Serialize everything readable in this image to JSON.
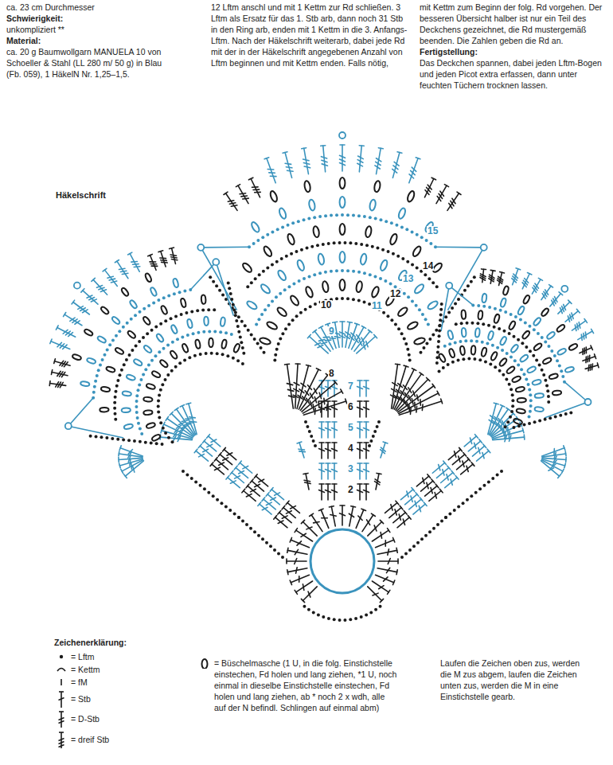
{
  "diagram": {
    "title": "Häkelschrift",
    "labels": [
      "ca. 23 cm Durchmesser",
      "Schwierigkeit:",
      "unkompliziert **",
      "Material:",
      "ca. 20 g Baumwollgarn MANUELA 10 von Schoeller & Stahl (LL 280 m/ 50 g) in Blau (Fb. 059), 1 HäkelN Nr. 1,25–1,5.",
      "12 Lftm anschl und mit 1 Kettm zur Rd schließen. 3 Lftm als Ersatz für das 1. Stb arb, dann noch 31 Stb in den Ring arb, enden mit 1 Kettm in die 3. Anfangs-Lftm. Nach der Häkelschrift weiterarb, dabei jede Rd mit der in der Häkelschrift angegebenen Anzahl von Lftm beginnen und mit Kettm enden. Falls nötig,",
      "mit Kettm zum Beginn der folg. Rd vorgehen. Der besseren Übersicht halber ist nur ein Teil des Deckchens gezeichnet, die Rd mustergemäß beenden. Die Zahlen geben die Rd an.",
      "Fertigstellung:",
      "Das Deckchen spannen, dabei jeden Lftm-Bogen und jeden Picot extra erfassen, dann unter feuchten Tüchern trocknen lassen.",
      "Zeichenerklärung:",
      "Laufen die Zeichen oben zus, werden die M zus abgem, laufen die Zeichen unten zus, werden die M in eine Einstichstelle gearb.",
      "2",
      "3",
      "4",
      "5",
      "6",
      "7",
      "8",
      "9",
      "10",
      "11",
      "12",
      "13",
      "14",
      "15"
    ],
    "legend": [
      {
        "text": "= Lftm"
      },
      {
        "text": "= Kettm"
      },
      {
        "text": "= fM"
      },
      {
        "text": "= Stb"
      },
      {
        "text": "= D-Stb"
      },
      {
        "text": "= dreif Stb"
      },
      {
        "text": "= Büschelmasche (1 U, in die folg. Einstichstelle einstechen, Fd holen und lang ziehen, *1 U, noch einmal in dieselbe Einstichstelle einstechen, Fd holen und lang ziehen, ab * noch 2 x wdh, alle auf der N befindl. Schlingen auf einmal abm)"
      }
    ]
  }
}
